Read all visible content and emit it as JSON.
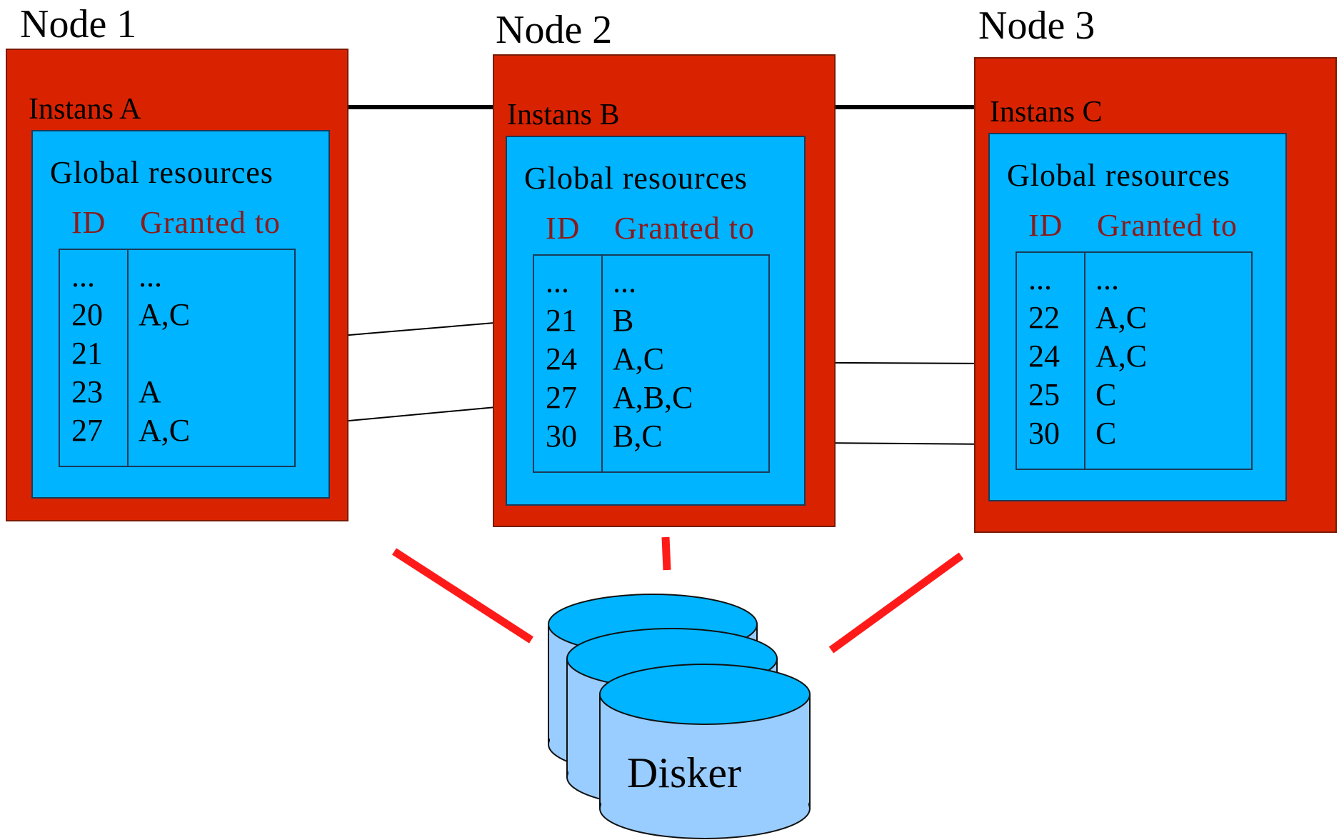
{
  "nodes": [
    {
      "label": "Node 1",
      "instance": "Instans A",
      "panel_title": "Global resources",
      "col_id": "ID",
      "col_granted": "Granted to",
      "rows": [
        {
          "id": "...",
          "granted": "..."
        },
        {
          "id": "20",
          "granted": "A,C"
        },
        {
          "id": "21",
          "granted": ""
        },
        {
          "id": "23",
          "granted": "A"
        },
        {
          "id": "27",
          "granted": "A,C"
        }
      ]
    },
    {
      "label": "Node 2",
      "instance": "Instans B",
      "panel_title": "Global resources",
      "col_id": "ID",
      "col_granted": "Granted to",
      "rows": [
        {
          "id": "...",
          "granted": "..."
        },
        {
          "id": "21",
          "granted": "B"
        },
        {
          "id": "24",
          "granted": "A,C"
        },
        {
          "id": "27",
          "granted": "A,B,C"
        },
        {
          "id": "30",
          "granted": "B,C"
        }
      ]
    },
    {
      "label": "Node 3",
      "instance": "Instans C",
      "panel_title": "Global resources",
      "col_id": "ID",
      "col_granted": "Granted to",
      "rows": [
        {
          "id": "...",
          "granted": "..."
        },
        {
          "id": "22",
          "granted": "A,C"
        },
        {
          "id": "24",
          "granted": "A,C"
        },
        {
          "id": "25",
          "granted": "C"
        },
        {
          "id": "30",
          "granted": "C"
        }
      ]
    }
  ],
  "storage": {
    "label": "Disker"
  },
  "colors": {
    "instance_fill": "#d92300",
    "panel_fill": "#00b4ff",
    "disk_fill": "#99ccff",
    "disk_top": "#00b4ff",
    "link_red": "#ff1a1a",
    "header_text": "#8b1a1a"
  }
}
